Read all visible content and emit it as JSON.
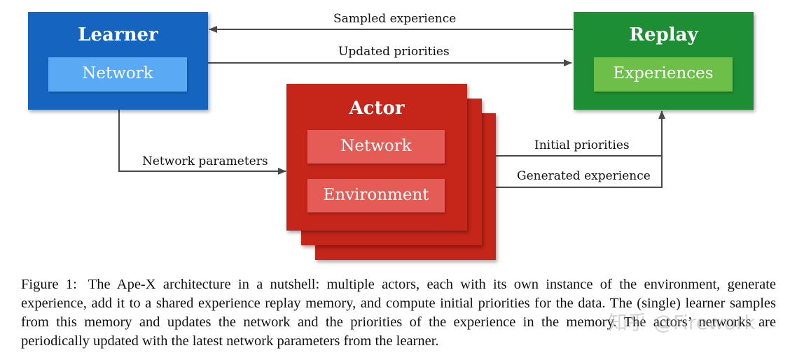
{
  "colors": {
    "learner_bg": "#1565C0",
    "learner_inner": "#5AA9F5",
    "replay_bg": "#1E8E34",
    "replay_inner": "#6CC04A",
    "actor_bg": "#C62519",
    "actor_inner": "#E55B56",
    "arrow": "#4a4a4a"
  },
  "learner": {
    "title": "Learner",
    "inner": "Network"
  },
  "replay": {
    "title": "Replay",
    "inner": "Experiences"
  },
  "actor": {
    "title": "Actor",
    "network": "Network",
    "environment": "Environment"
  },
  "edges": {
    "sampled_experience": "Sampled experience",
    "updated_priorities": "Updated priorities",
    "network_parameters": "Network parameters",
    "initial_priorities": "Initial priorities",
    "generated_experience": "Generated experience"
  },
  "caption": {
    "label": "Figure 1:",
    "text": "The Ape-X architecture in a nutshell: multiple actors, each with its own instance of the environment, generate experience, add it to a shared experience replay memory, and compute initial priorities for the data. The (single) learner samples from this memory and updates the network and the priorities of the experience in the memory. The actors’ networks are periodically updated with the latest network parameters from the learner."
  },
  "watermark": "知乎 @Firework"
}
